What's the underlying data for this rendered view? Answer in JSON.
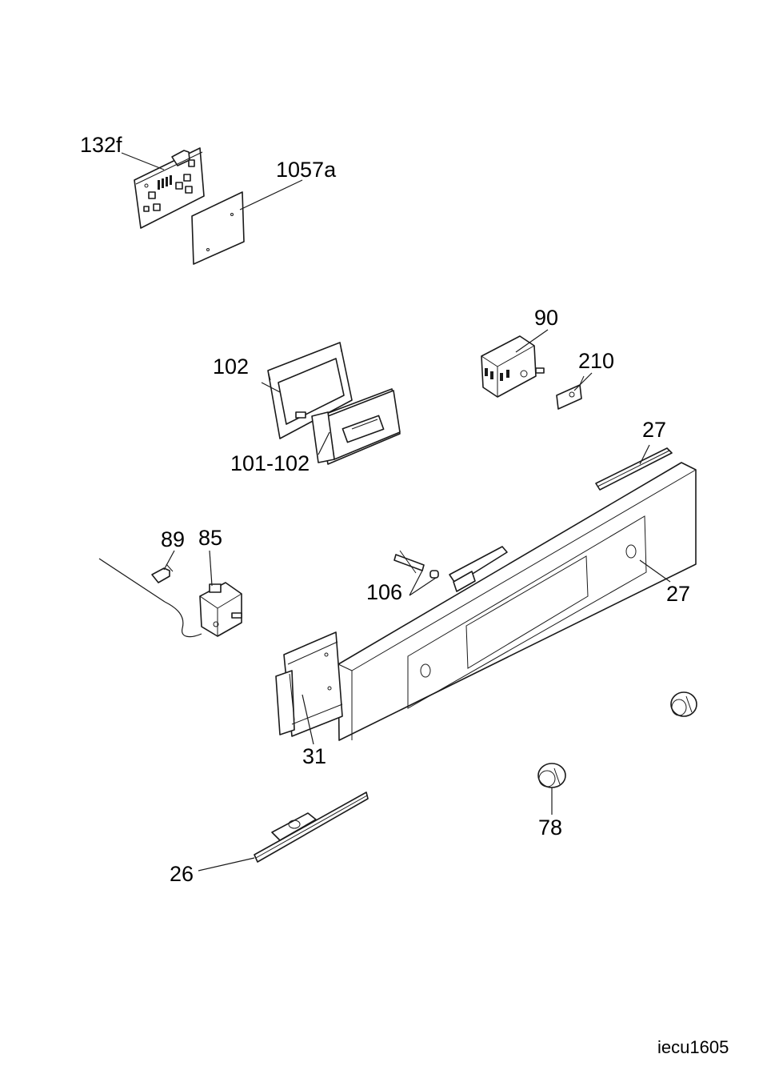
{
  "labels": {
    "p132f": "132f",
    "p1057a": "1057a",
    "p90": "90",
    "p210": "210",
    "p102": "102",
    "p101_102": "101-102",
    "p27_top": "27",
    "p27_right": "27",
    "p89": "89",
    "p85": "85",
    "p106": "106",
    "p31": "31",
    "p78": "78",
    "p26": "26"
  },
  "reference": "iecu1605"
}
